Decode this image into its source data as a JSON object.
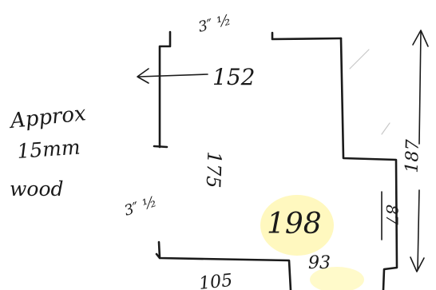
{
  "note": {
    "line1": "Approx",
    "line2": "15mm",
    "line3": "wood"
  },
  "labels": {
    "top_gap": "3″ ½",
    "side_gap": "3″ ½",
    "top_left_width": "152",
    "left_height": "175",
    "right_height": "187",
    "centre_depth": "198",
    "notch_height": "87",
    "bottom_step": "93",
    "bottom_width": "105"
  },
  "colors": {
    "ink": "#1a1a1a",
    "highlighter": "#fff38a"
  }
}
